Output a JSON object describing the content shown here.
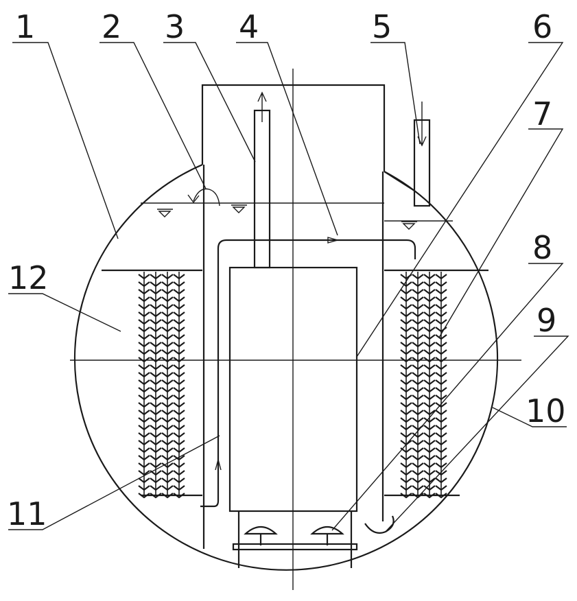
{
  "diagram": {
    "callouts": [
      {
        "id": "1",
        "text": "1"
      },
      {
        "id": "2",
        "text": "2"
      },
      {
        "id": "3",
        "text": "3"
      },
      {
        "id": "4",
        "text": "4"
      },
      {
        "id": "5",
        "text": "5"
      },
      {
        "id": "6",
        "text": "6"
      },
      {
        "id": "7",
        "text": "7"
      },
      {
        "id": "8",
        "text": "8"
      },
      {
        "id": "9",
        "text": "9"
      },
      {
        "id": "10",
        "text": "10"
      },
      {
        "id": "11",
        "text": "11"
      },
      {
        "id": "12",
        "text": "12"
      }
    ],
    "colors": {
      "line": "#1a1a1a",
      "background": "#ffffff"
    }
  }
}
